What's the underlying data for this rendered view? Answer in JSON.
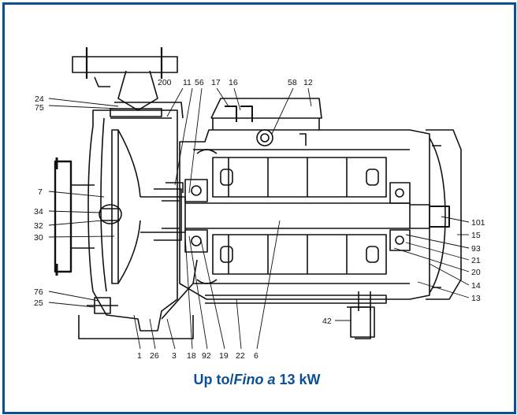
{
  "caption": {
    "prefix": "Up to/",
    "italic": "Fino a",
    "suffix": " 13 kW"
  },
  "labels": {
    "l24": "24",
    "l75": "75",
    "l200": "200",
    "l11": "11",
    "l56": "56",
    "l17": "17",
    "l16": "16",
    "l58": "58",
    "l12": "12",
    "l7": "7",
    "l34": "34",
    "l32": "32",
    "l30": "30",
    "l76": "76",
    "l25": "25",
    "l101": "101",
    "l15": "15",
    "l93": "93",
    "l21": "21",
    "l20": "20",
    "l14": "14",
    "l13": "13",
    "l42": "42",
    "l1": "1",
    "l26": "26",
    "l3": "3",
    "l18": "18",
    "l92": "92",
    "l19": "19",
    "l22": "22",
    "l6": "6"
  },
  "colors": {
    "border": "#0b4f96",
    "caption": "#0b4f96",
    "ink": "#111111"
  }
}
